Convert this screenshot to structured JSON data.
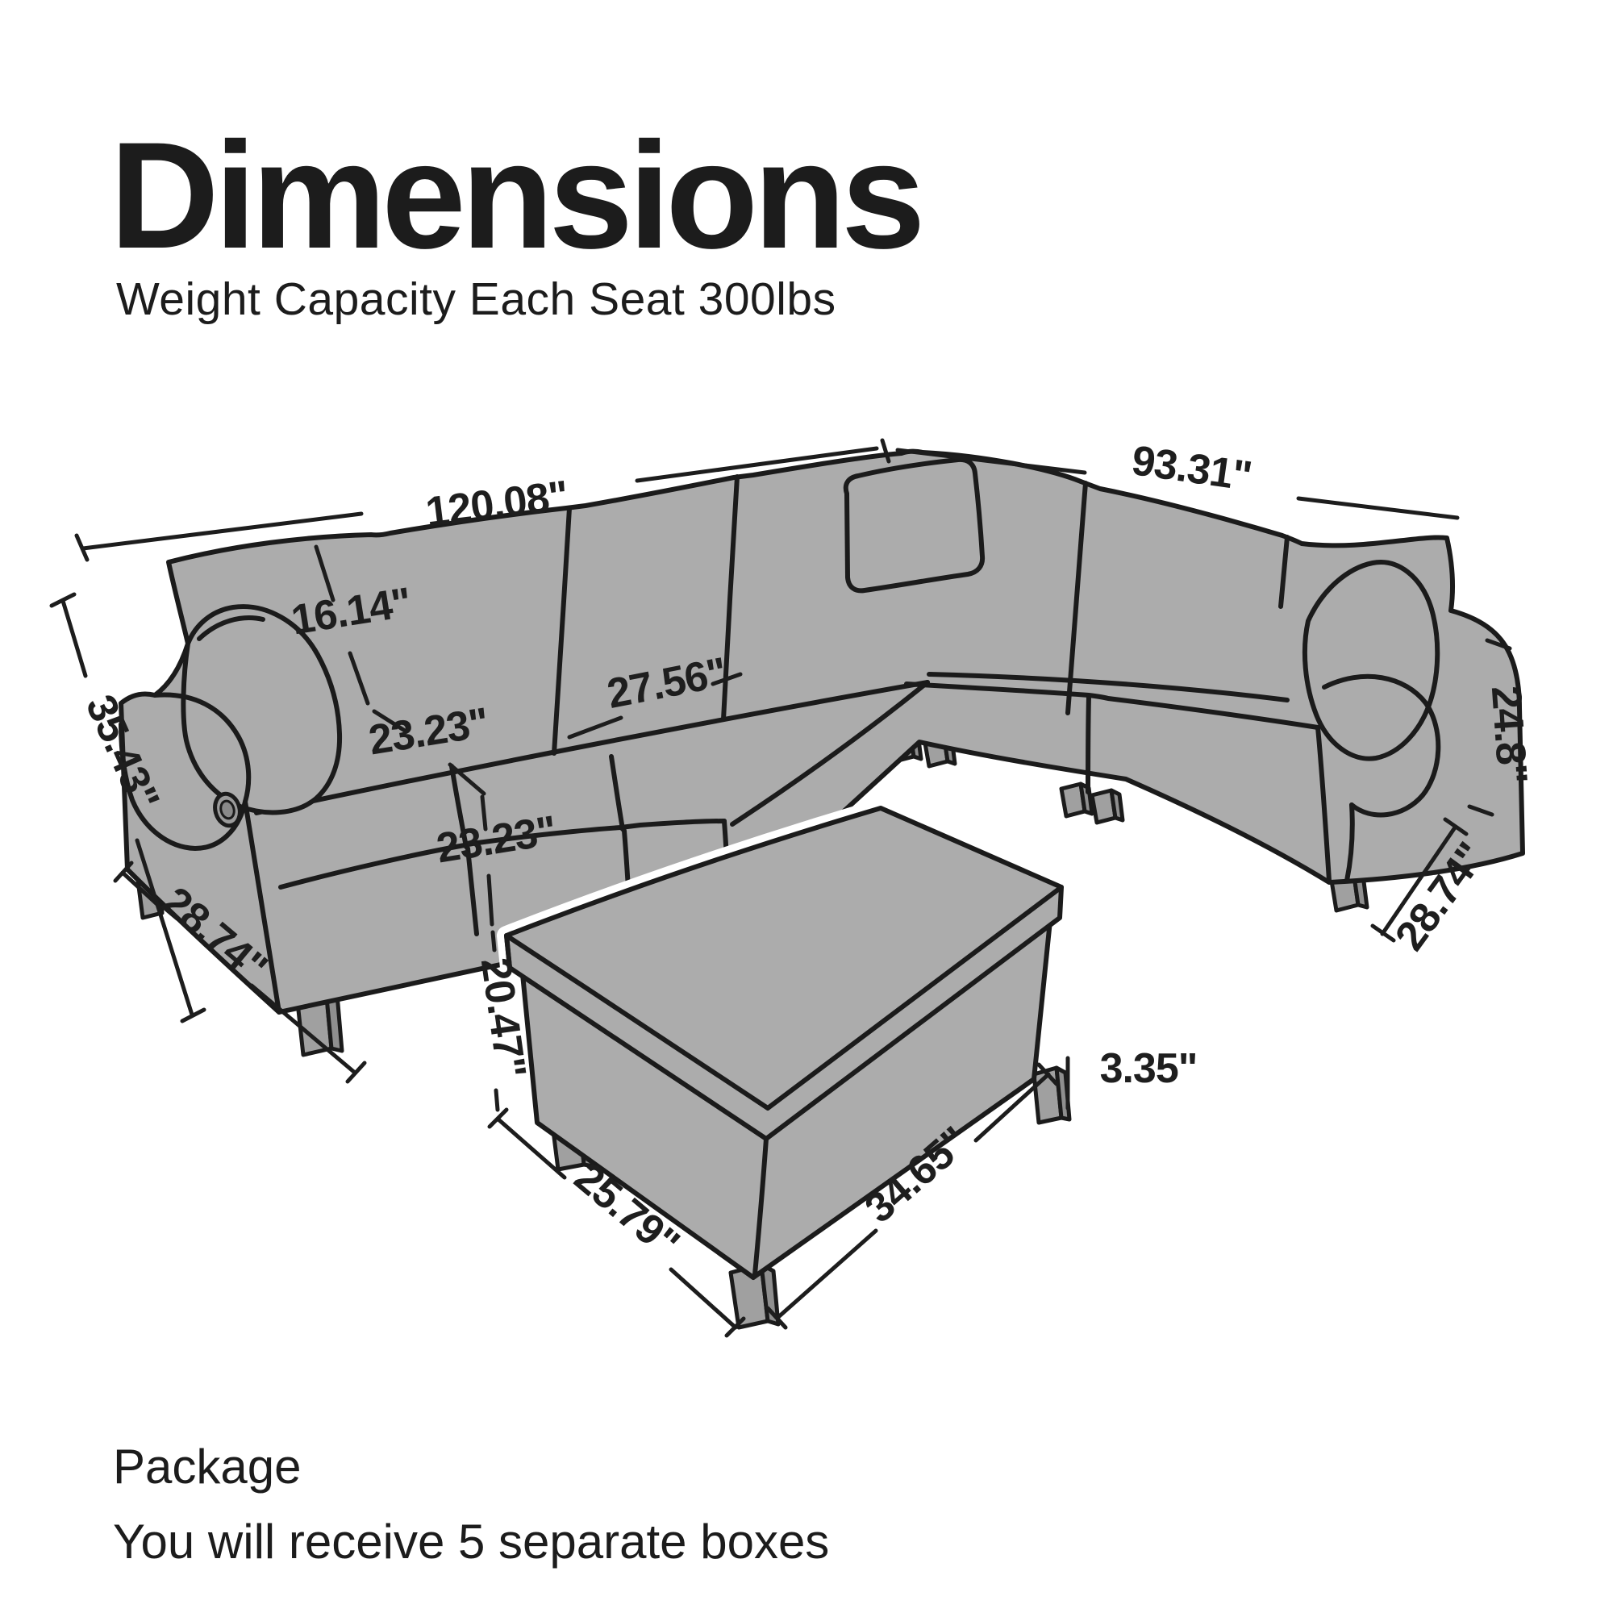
{
  "title": "Dimensions",
  "subtitle": "Weight Capacity Each Seat 300lbs",
  "package": {
    "heading": "Package",
    "description": "You will receive 5 separate boxes"
  },
  "dims": {
    "d120": "120.08\"",
    "d93": "93.31\"",
    "d1614": "16.14\"",
    "d2756": "27.56\"",
    "d2323a": "23.23\"",
    "d2323b": "23.23\"",
    "d3543": "35.43\"",
    "d2874l": "28.74\"",
    "d2874r": "28.74\"",
    "d248": "24.8\"",
    "d2047": "20.47\"",
    "d2579": "25.79\"",
    "d3465": "34.65\"",
    "d335": "3.35\""
  },
  "illustration": {
    "type": "L-shaped sectional sofa with ottoman",
    "style": "grayscale line art",
    "fill_color": "#ACACAC",
    "outline_color": "#1B1B1B",
    "features": [
      "cup-holder on left arm",
      "corner throw pillow",
      "two side throw pillows",
      "wooden block legs"
    ]
  }
}
